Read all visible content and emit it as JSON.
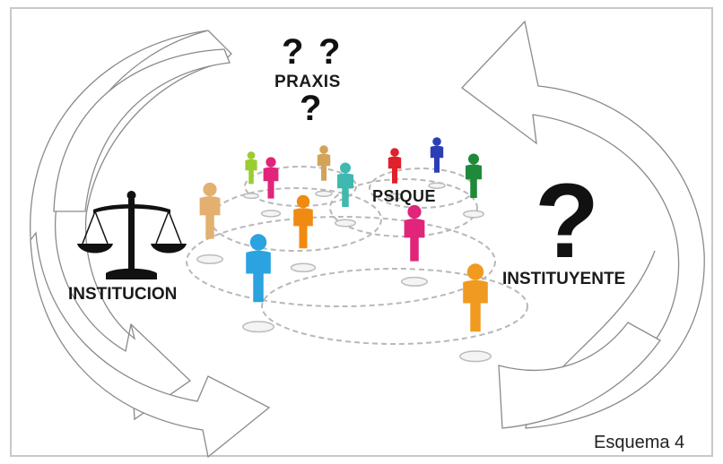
{
  "labels": {
    "praxis": "PRAXIS",
    "psique": "PSIQUE",
    "institucion": "INSTITUCION",
    "instituyente": "INSTITUYENTE",
    "esquema": "Esquema 4"
  },
  "question_marks": {
    "q1": "?",
    "q2": "?",
    "q3": "?",
    "big": "?"
  },
  "icons": {
    "scales": "scales-of-justice-icon",
    "arrows": "cycle-arrows"
  },
  "people_colors": [
    "#9acd32",
    "#e0257a",
    "#d4a35a",
    "#3fb8b0",
    "#e0202a",
    "#2a3fb5",
    "#1f8a3a",
    "#e3b070",
    "#f09a20",
    "#e0257a",
    "#2aa3e0",
    "#f08a10"
  ]
}
